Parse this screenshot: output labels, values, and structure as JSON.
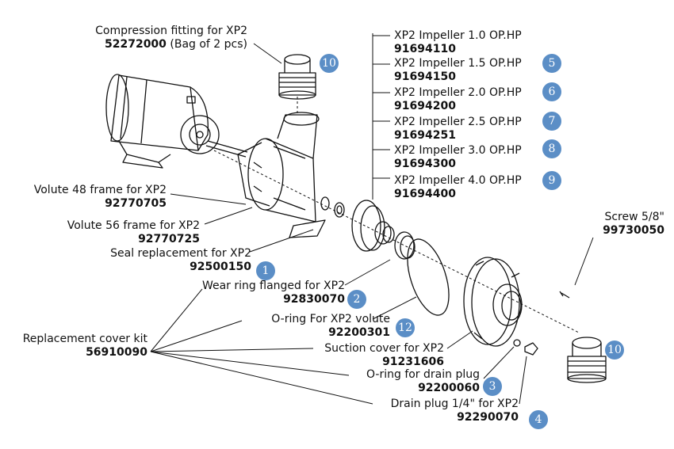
{
  "parts": {
    "compression_fitting": {
      "title": "Compression fitting for XP2",
      "number": "52272000",
      "note": "(Bag of 2 pcs)"
    },
    "volute_48": {
      "title": "Volute 48 frame for XP2",
      "number": "92770705"
    },
    "volute_56": {
      "title": "Volute 56 frame for XP2",
      "number": "92770725"
    },
    "seal": {
      "title": "Seal replacement for XP2",
      "number": "92500150"
    },
    "wear_ring": {
      "title": "Wear ring flanged for XP2",
      "number": "92830070"
    },
    "oring_volute": {
      "title": "O-ring For XP2 volute",
      "number": "92200301"
    },
    "cover_kit": {
      "title": "Replacement cover kit",
      "number": "56910090"
    },
    "suction_cover": {
      "title": "Suction cover for XP2",
      "number": "91231606"
    },
    "oring_drain": {
      "title": "O-ring for drain plug",
      "number": "92200060"
    },
    "drain_plug": {
      "title": "Drain plug 1/4\" for XP2",
      "number": "92290070"
    },
    "screw": {
      "title": "Screw 5/8\"",
      "number": "99730050"
    }
  },
  "impellers": [
    {
      "title": "XP2 Impeller 1.0 OP.HP",
      "number": "91694110",
      "badge": ""
    },
    {
      "title": "XP2 Impeller 1.5 OP.HP",
      "number": "91694150",
      "badge": "5"
    },
    {
      "title": "XP2 Impeller 2.0 OP.HP",
      "number": "91694200",
      "badge": "6"
    },
    {
      "title": "XP2 Impeller 2.5 OP.HP",
      "number": "91694251",
      "badge": "7"
    },
    {
      "title": "XP2 Impeller 3.0 OP.HP",
      "number": "91694300",
      "badge": "8"
    },
    {
      "title": "XP2 Impeller 4.0 OP.HP",
      "number": "91694400",
      "badge": "9"
    }
  ],
  "badges": {
    "fitting_top": "10",
    "fitting_bottom": "10",
    "seal": "1",
    "wear_ring": "2",
    "oring_drain": "3",
    "drain_plug": "4",
    "oring_volute": "12"
  },
  "colors": {
    "badge": "#5b8ec6",
    "line": "#111111"
  }
}
